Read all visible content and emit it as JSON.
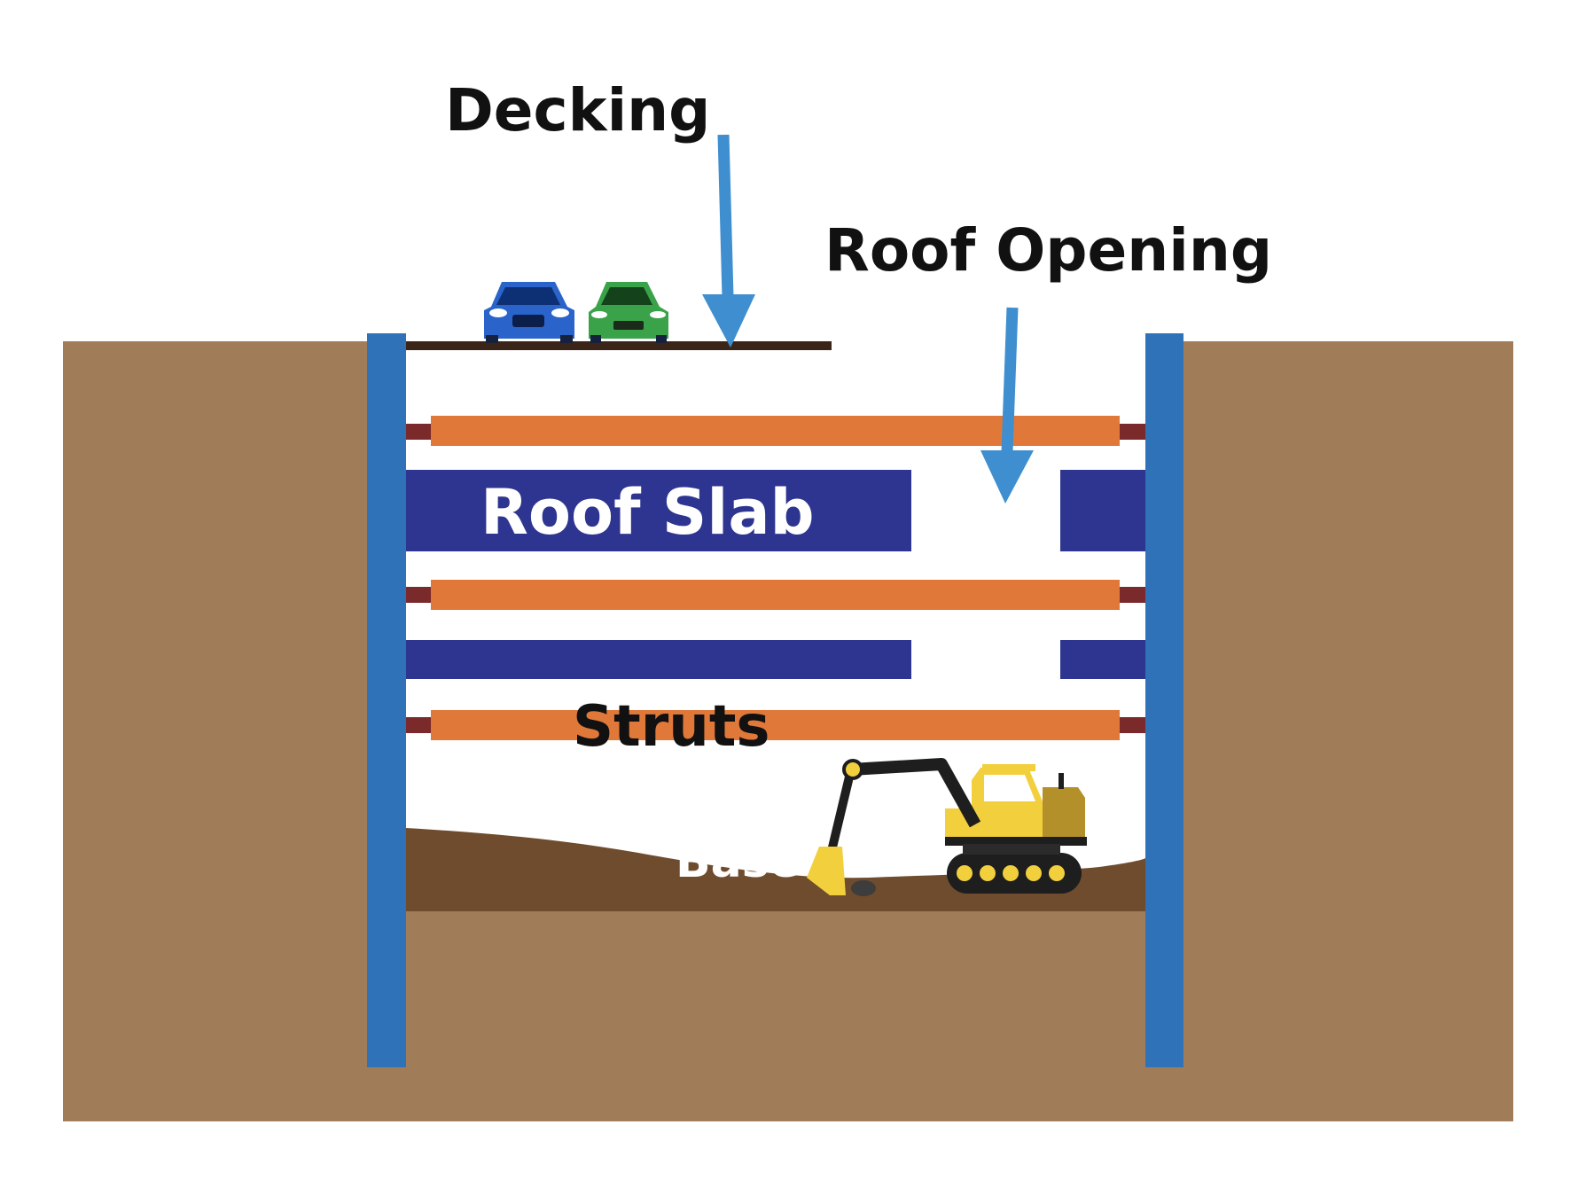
{
  "labels": {
    "decking": "Decking",
    "roof_opening": "Roof Opening",
    "roof_slab": "Roof Slab",
    "struts": "Struts",
    "base": "Base"
  },
  "colors": {
    "soil": "#a07d58",
    "excavation_floor": "#6f4c2e",
    "diaphragm_wall": "#2f72b8",
    "strut": "#e0783a",
    "strut_end": "#7a2a2a",
    "slab": "#2e3590",
    "deck": "#3b2418",
    "arrow": "#3f8fd0",
    "excavator": "#f2cf3d",
    "car_blue": "#2a63c9",
    "car_green": "#3aa34a"
  },
  "icons": {
    "vehicles": [
      "car-icon",
      "car-icon"
    ],
    "machine": "excavator-icon"
  }
}
